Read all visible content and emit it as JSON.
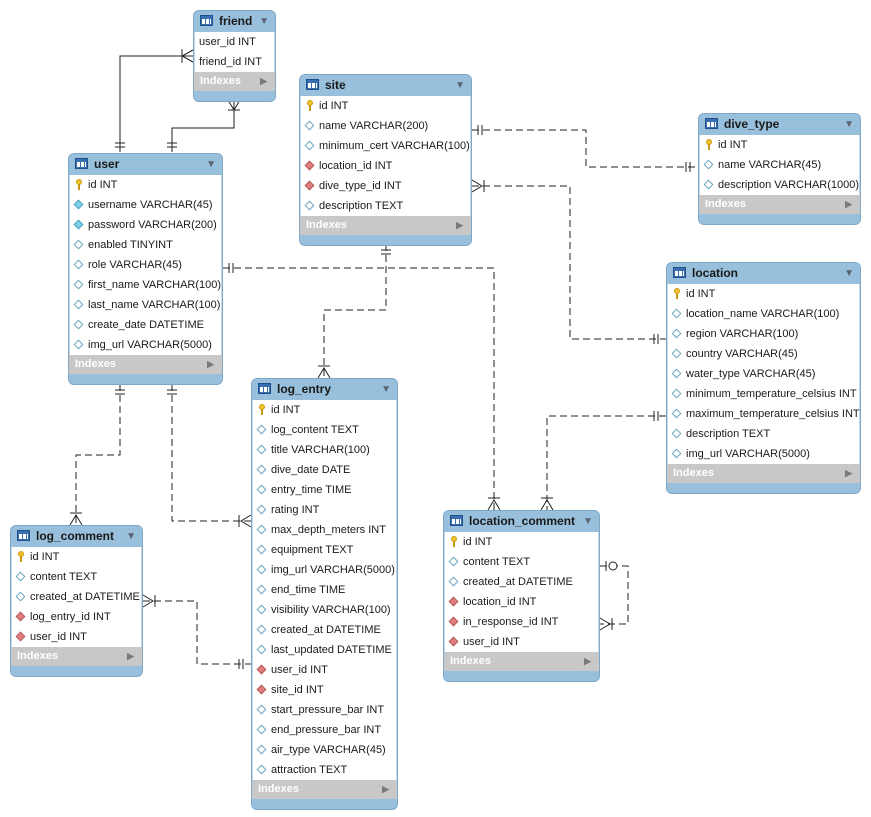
{
  "indexes_label": "Indexes",
  "tables": {
    "friend": {
      "name": "friend",
      "columns": [
        {
          "text": "user_id INT",
          "icon": "none"
        },
        {
          "text": "friend_id INT",
          "icon": "none"
        }
      ]
    },
    "site": {
      "name": "site",
      "columns": [
        {
          "text": "id INT",
          "icon": "primary-key-icon"
        },
        {
          "text": "name VARCHAR(200)",
          "icon": "column-diamond-icon"
        },
        {
          "text": "minimum_cert VARCHAR(100)",
          "icon": "column-diamond-icon"
        },
        {
          "text": "location_id INT",
          "icon": "foreign-key-icon"
        },
        {
          "text": "dive_type_id INT",
          "icon": "foreign-key-icon"
        },
        {
          "text": "description TEXT",
          "icon": "column-diamond-icon"
        }
      ]
    },
    "dive_type": {
      "name": "dive_type",
      "columns": [
        {
          "text": "id INT",
          "icon": "primary-key-icon"
        },
        {
          "text": "name VARCHAR(45)",
          "icon": "column-diamond-icon"
        },
        {
          "text": "description VARCHAR(1000)",
          "icon": "column-diamond-icon"
        }
      ]
    },
    "user": {
      "name": "user",
      "columns": [
        {
          "text": "id INT",
          "icon": "primary-key-icon"
        },
        {
          "text": "username VARCHAR(45)",
          "icon": "column-diamond-filled-icon"
        },
        {
          "text": "password VARCHAR(200)",
          "icon": "column-diamond-filled-icon"
        },
        {
          "text": "enabled TINYINT",
          "icon": "column-diamond-icon"
        },
        {
          "text": "role VARCHAR(45)",
          "icon": "column-diamond-icon"
        },
        {
          "text": "first_name VARCHAR(100)",
          "icon": "column-diamond-icon"
        },
        {
          "text": "last_name VARCHAR(100)",
          "icon": "column-diamond-icon"
        },
        {
          "text": "create_date DATETIME",
          "icon": "column-diamond-icon"
        },
        {
          "text": "img_url VARCHAR(5000)",
          "icon": "column-diamond-icon"
        }
      ]
    },
    "location": {
      "name": "location",
      "columns": [
        {
          "text": "id INT",
          "icon": "primary-key-icon"
        },
        {
          "text": "location_name VARCHAR(100)",
          "icon": "column-diamond-icon"
        },
        {
          "text": "region VARCHAR(100)",
          "icon": "column-diamond-icon"
        },
        {
          "text": "country VARCHAR(45)",
          "icon": "column-diamond-icon"
        },
        {
          "text": "water_type VARCHAR(45)",
          "icon": "column-diamond-icon"
        },
        {
          "text": "minimum_temperature_celsius INT",
          "icon": "column-diamond-icon"
        },
        {
          "text": "maximum_temperature_celsius INT",
          "icon": "column-diamond-icon"
        },
        {
          "text": "description TEXT",
          "icon": "column-diamond-icon"
        },
        {
          "text": "img_url VARCHAR(5000)",
          "icon": "column-diamond-icon"
        }
      ]
    },
    "log_entry": {
      "name": "log_entry",
      "columns": [
        {
          "text": "id INT",
          "icon": "primary-key-icon"
        },
        {
          "text": "log_content TEXT",
          "icon": "column-diamond-icon"
        },
        {
          "text": "title VARCHAR(100)",
          "icon": "column-diamond-icon"
        },
        {
          "text": "dive_date DATE",
          "icon": "column-diamond-icon"
        },
        {
          "text": "entry_time TIME",
          "icon": "column-diamond-icon"
        },
        {
          "text": "rating INT",
          "icon": "column-diamond-icon"
        },
        {
          "text": "max_depth_meters INT",
          "icon": "column-diamond-icon"
        },
        {
          "text": "equipment TEXT",
          "icon": "column-diamond-icon"
        },
        {
          "text": "img_url VARCHAR(5000)",
          "icon": "column-diamond-icon"
        },
        {
          "text": "end_time TIME",
          "icon": "column-diamond-icon"
        },
        {
          "text": "visibility VARCHAR(100)",
          "icon": "column-diamond-icon"
        },
        {
          "text": "created_at DATETIME",
          "icon": "column-diamond-icon"
        },
        {
          "text": "last_updated DATETIME",
          "icon": "column-diamond-icon"
        },
        {
          "text": "user_id INT",
          "icon": "foreign-key-icon"
        },
        {
          "text": "site_id INT",
          "icon": "foreign-key-icon"
        },
        {
          "text": "start_pressure_bar INT",
          "icon": "column-diamond-icon"
        },
        {
          "text": "end_pressure_bar INT",
          "icon": "column-diamond-icon"
        },
        {
          "text": "air_type VARCHAR(45)",
          "icon": "column-diamond-icon"
        },
        {
          "text": "attraction TEXT",
          "icon": "column-diamond-icon"
        }
      ]
    },
    "log_comment": {
      "name": "log_comment",
      "columns": [
        {
          "text": "id INT",
          "icon": "primary-key-icon"
        },
        {
          "text": "content TEXT",
          "icon": "column-diamond-icon"
        },
        {
          "text": "created_at DATETIME",
          "icon": "column-diamond-icon"
        },
        {
          "text": "log_entry_id INT",
          "icon": "foreign-key-icon"
        },
        {
          "text": "user_id INT",
          "icon": "foreign-key-icon"
        }
      ]
    },
    "location_comment": {
      "name": "location_comment",
      "columns": [
        {
          "text": "id INT",
          "icon": "primary-key-icon"
        },
        {
          "text": "content TEXT",
          "icon": "column-diamond-icon"
        },
        {
          "text": "created_at DATETIME",
          "icon": "column-diamond-icon"
        },
        {
          "text": "location_id INT",
          "icon": "foreign-key-icon"
        },
        {
          "text": "in_response_id INT",
          "icon": "foreign-key-icon"
        },
        {
          "text": "user_id INT",
          "icon": "foreign-key-icon"
        }
      ]
    }
  },
  "relationships": [
    {
      "from": "user",
      "to": "friend",
      "style": "identifying"
    },
    {
      "from": "friend",
      "to": "user",
      "style": "identifying"
    },
    {
      "from": "site",
      "to": "dive_type",
      "style": "non-identifying"
    },
    {
      "from": "site",
      "to": "location",
      "style": "non-identifying"
    },
    {
      "from": "site",
      "to": "log_entry",
      "style": "non-identifying"
    },
    {
      "from": "user",
      "to": "location_comment",
      "style": "non-identifying"
    },
    {
      "from": "user",
      "to": "log_comment",
      "style": "non-identifying"
    },
    {
      "from": "user",
      "to": "log_entry",
      "style": "non-identifying"
    },
    {
      "from": "log_comment",
      "to": "log_entry",
      "style": "non-identifying"
    },
    {
      "from": "location",
      "to": "location_comment",
      "style": "non-identifying"
    },
    {
      "from": "location_comment",
      "to": "location_comment",
      "style": "non-identifying"
    }
  ]
}
